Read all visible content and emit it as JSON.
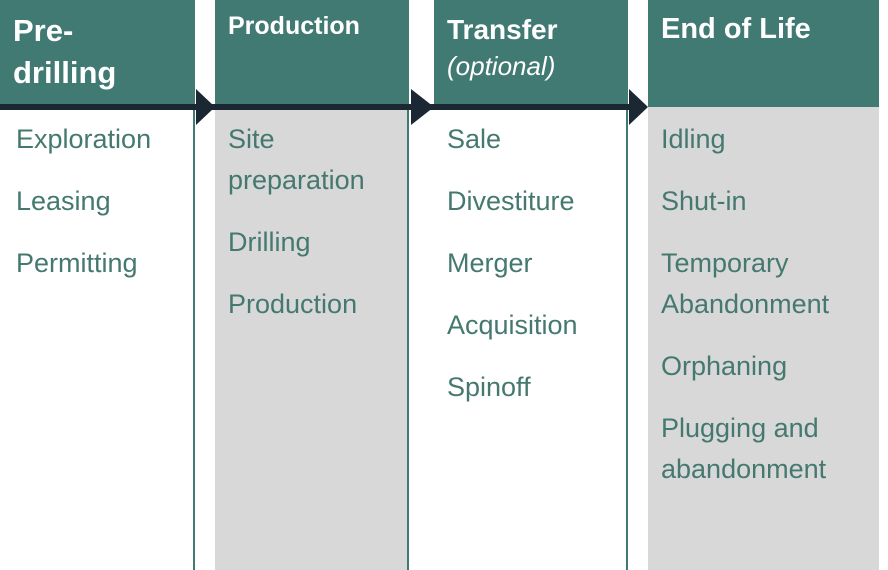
{
  "colors": {
    "teal": "#417973",
    "text_teal": "#45796F",
    "gray": "#D8D8D8",
    "dark": "#1B2833",
    "white": "#FFFFFF"
  },
  "diagram": {
    "type": "process-flow",
    "flow_direction": "left-to-right",
    "arrow_count": 3,
    "stages": [
      {
        "id": "pre-drilling",
        "title": "Pre-\ndrilling",
        "subtitle": "",
        "body_bg": "white",
        "items": [
          "Exploration",
          "Leasing",
          "Permitting"
        ]
      },
      {
        "id": "production",
        "title": "Production",
        "subtitle": "",
        "body_bg": "gray",
        "items": [
          "Site preparation",
          "Drilling",
          "Production"
        ]
      },
      {
        "id": "transfer",
        "title": "Transfer",
        "subtitle": "(optional)",
        "body_bg": "white",
        "items": [
          "Sale",
          "Divestiture",
          "Merger",
          "Acquisition",
          "Spinoff"
        ]
      },
      {
        "id": "end-of-life",
        "title": "End of Life",
        "subtitle": "",
        "body_bg": "gray",
        "items": [
          "Idling",
          "Shut-in",
          "Temporary Abandonment",
          "Orphaning",
          "Plugging and abandonment"
        ]
      }
    ]
  }
}
